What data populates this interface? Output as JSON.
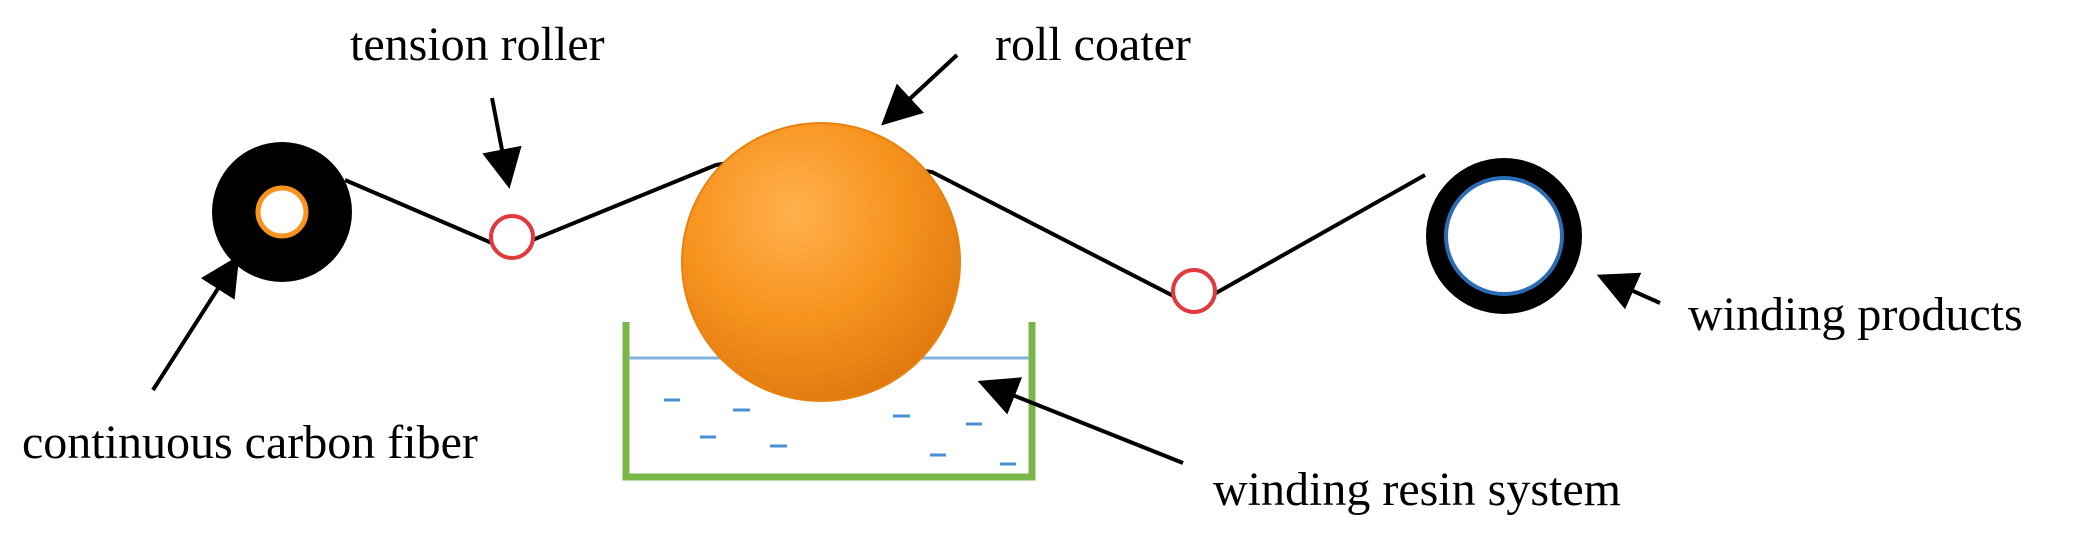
{
  "labels": {
    "tension_roller": "tension roller",
    "roll_coater": "roll coater",
    "winding_products": "winding products",
    "continuous_carbon_fiber": "continuous carbon fiber",
    "winding_resin_system": "winding resin system"
  },
  "colors": {
    "fiber_line": "#000000",
    "coater_fill": "#f7931e",
    "coater_highlight": "#ffc46b",
    "coater_shadow": "#d9700a",
    "idler_roller": "#e0393e",
    "feed_spool_core": "#f7931e",
    "product_core": "#2a6db3",
    "tank_outline": "#7ab648",
    "resin_surface": "#7fb3e0",
    "resin_marks": "#4a8fd4"
  }
}
